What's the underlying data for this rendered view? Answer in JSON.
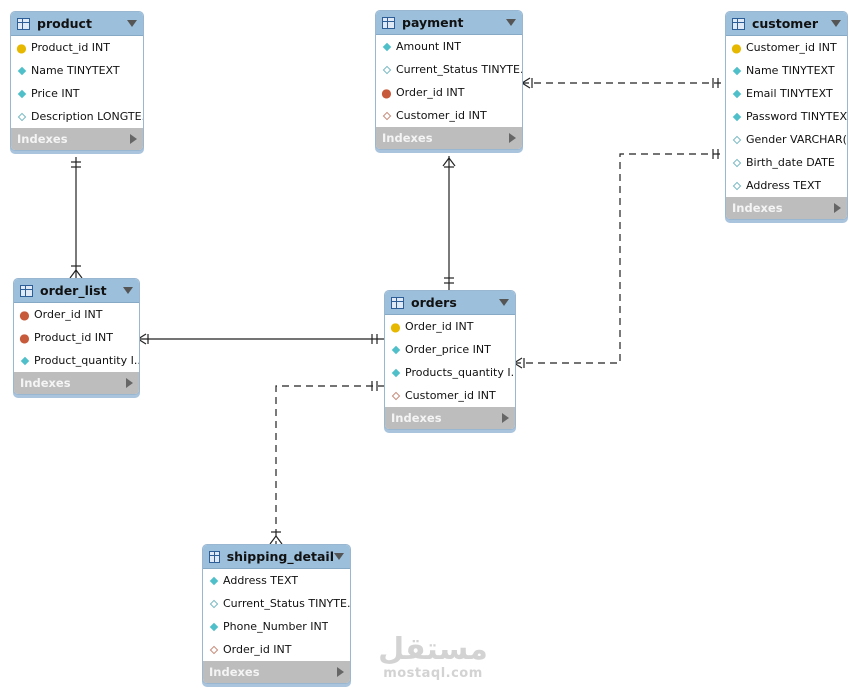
{
  "entities": {
    "product": {
      "title": "product",
      "indexes_label": "Indexes",
      "fields": [
        {
          "label": "Product_id INT",
          "icon": "key"
        },
        {
          "label": "Name TINYTEXT",
          "icon": "column"
        },
        {
          "label": "Price INT",
          "icon": "column"
        },
        {
          "label": "Description LONGTE...",
          "icon": "nullable"
        }
      ]
    },
    "payment": {
      "title": "payment",
      "indexes_label": "Indexes",
      "fields": [
        {
          "label": "Amount INT",
          "icon": "column"
        },
        {
          "label": "Current_Status TINYTE...",
          "icon": "nullable"
        },
        {
          "label": "Order_id INT",
          "icon": "foreign-key"
        },
        {
          "label": "Customer_id INT",
          "icon": "foreign-column"
        }
      ]
    },
    "customer": {
      "title": "customer",
      "indexes_label": "Indexes",
      "fields": [
        {
          "label": "Customer_id INT",
          "icon": "key"
        },
        {
          "label": "Name TINYTEXT",
          "icon": "column"
        },
        {
          "label": "Email TINYTEXT",
          "icon": "column"
        },
        {
          "label": "Password TINYTEXT",
          "icon": "column"
        },
        {
          "label": "Gender VARCHAR(...",
          "icon": "nullable"
        },
        {
          "label": "Birth_date DATE",
          "icon": "nullable"
        },
        {
          "label": "Address TEXT",
          "icon": "nullable"
        }
      ]
    },
    "order_list": {
      "title": "order_list",
      "indexes_label": "Indexes",
      "fields": [
        {
          "label": "Order_id INT",
          "icon": "foreign-key"
        },
        {
          "label": "Product_id INT",
          "icon": "foreign-key"
        },
        {
          "label": "Product_quantity I...",
          "icon": "column"
        }
      ]
    },
    "orders": {
      "title": "orders",
      "indexes_label": "Indexes",
      "fields": [
        {
          "label": "Order_id INT",
          "icon": "key"
        },
        {
          "label": "Order_price INT",
          "icon": "column"
        },
        {
          "label": "Products_quantity I...",
          "icon": "column"
        },
        {
          "label": "Customer_id INT",
          "icon": "foreign-column"
        }
      ]
    },
    "shipping_detail": {
      "title": "shipping_detail",
      "indexes_label": "Indexes",
      "fields": [
        {
          "label": "Address TEXT",
          "icon": "column"
        },
        {
          "label": "Current_Status TINYTE...",
          "icon": "nullable"
        },
        {
          "label": "Phone_Number INT",
          "icon": "column"
        },
        {
          "label": "Order_id INT",
          "icon": "foreign-column"
        }
      ]
    }
  },
  "relationships": [
    {
      "from": "product",
      "to": "order_list",
      "style": "solid",
      "from_end": "one",
      "to_end": "many"
    },
    {
      "from": "order_list",
      "to": "orders",
      "style": "solid",
      "from_end": "many",
      "to_end": "one"
    },
    {
      "from": "payment",
      "to": "orders",
      "style": "solid",
      "from_end": "many",
      "to_end": "one"
    },
    {
      "from": "payment",
      "to": "customer",
      "style": "dashed",
      "from_end": "many",
      "to_end": "one"
    },
    {
      "from": "orders",
      "to": "customer",
      "style": "dashed",
      "from_end": "many",
      "to_end": "one"
    },
    {
      "from": "orders",
      "to": "shipping_detail",
      "style": "dashed",
      "from_end": "one",
      "to_end": "many"
    }
  ],
  "colors": {
    "header": "#9cc0dc",
    "indexes_bar": "#bdbdbd",
    "key_icon": "#e6b800",
    "foreign_key_icon": "#c75a3a",
    "column_icon": "#4fbfc9"
  },
  "watermark": {
    "logo_text": "مستقل",
    "url": "mostaql.com"
  }
}
